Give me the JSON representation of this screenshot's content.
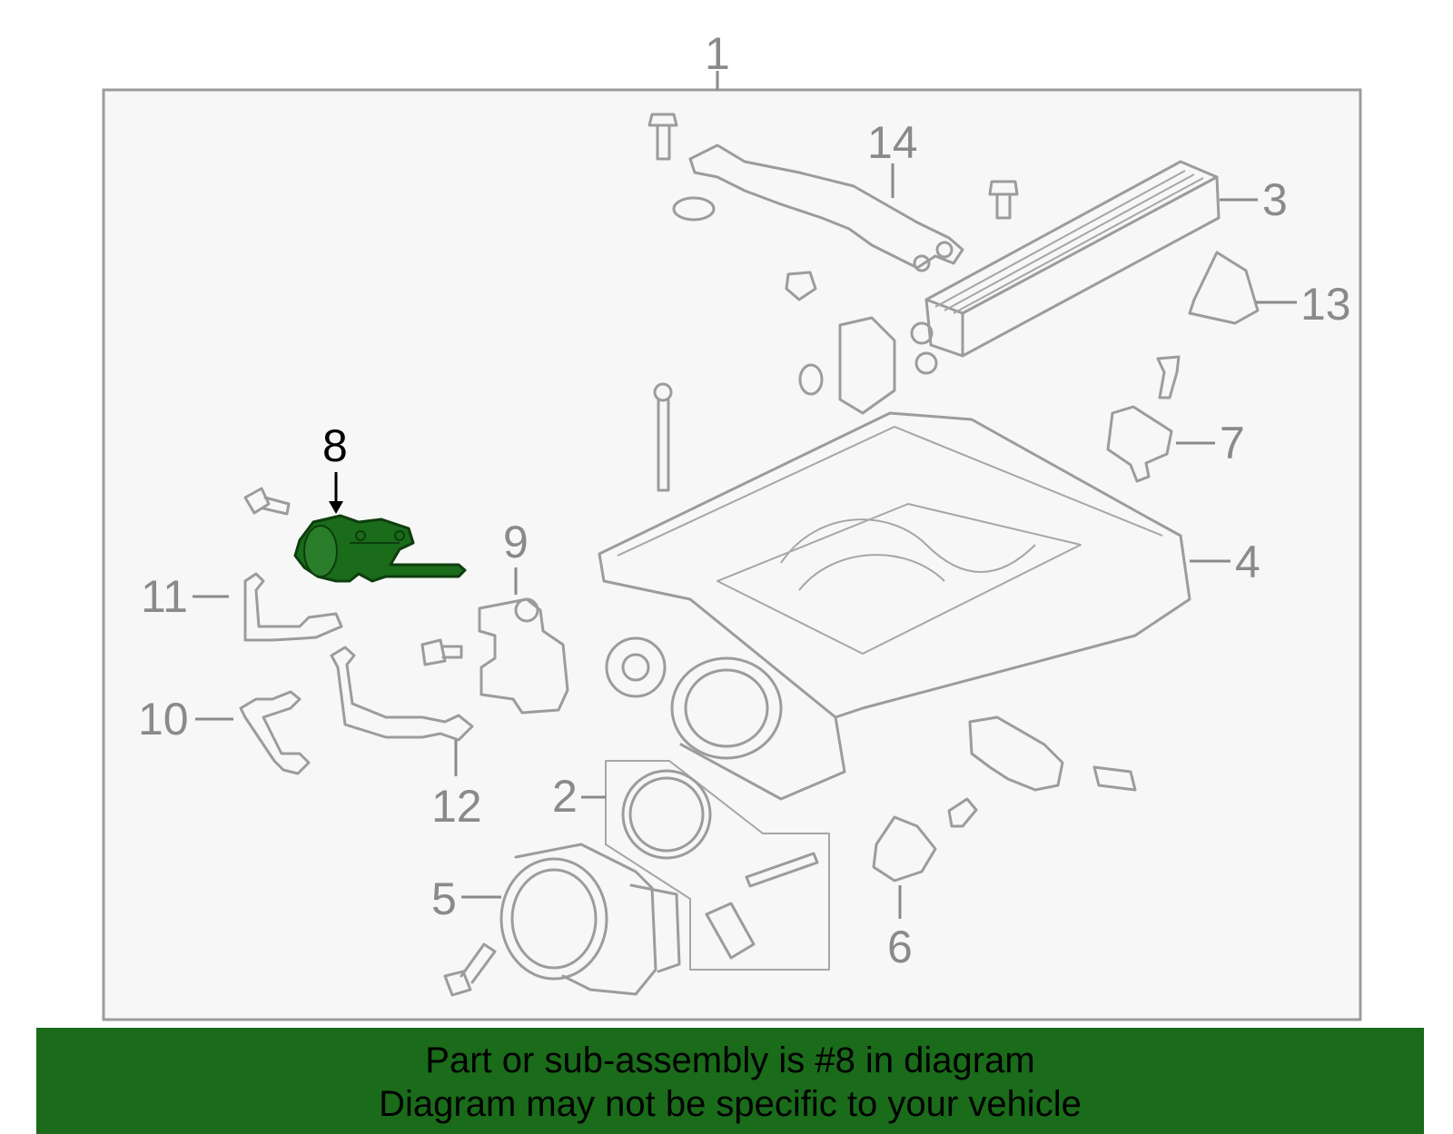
{
  "diagram": {
    "highlight_color": "#1a6b1a",
    "callouts": [
      {
        "id": "1",
        "label": "1"
      },
      {
        "id": "2",
        "label": "2"
      },
      {
        "id": "3",
        "label": "3"
      },
      {
        "id": "4",
        "label": "4"
      },
      {
        "id": "5",
        "label": "5"
      },
      {
        "id": "6",
        "label": "6"
      },
      {
        "id": "7",
        "label": "7"
      },
      {
        "id": "8",
        "label": "8",
        "highlighted": true
      },
      {
        "id": "9",
        "label": "9"
      },
      {
        "id": "10",
        "label": "10"
      },
      {
        "id": "11",
        "label": "11"
      },
      {
        "id": "12",
        "label": "12"
      },
      {
        "id": "13",
        "label": "13"
      },
      {
        "id": "14",
        "label": "14"
      }
    ]
  },
  "footer": {
    "background": "#1a6b1a",
    "line1": "Part or sub-assembly is #8 in diagram",
    "line2": "Diagram may not be specific to your vehicle"
  }
}
